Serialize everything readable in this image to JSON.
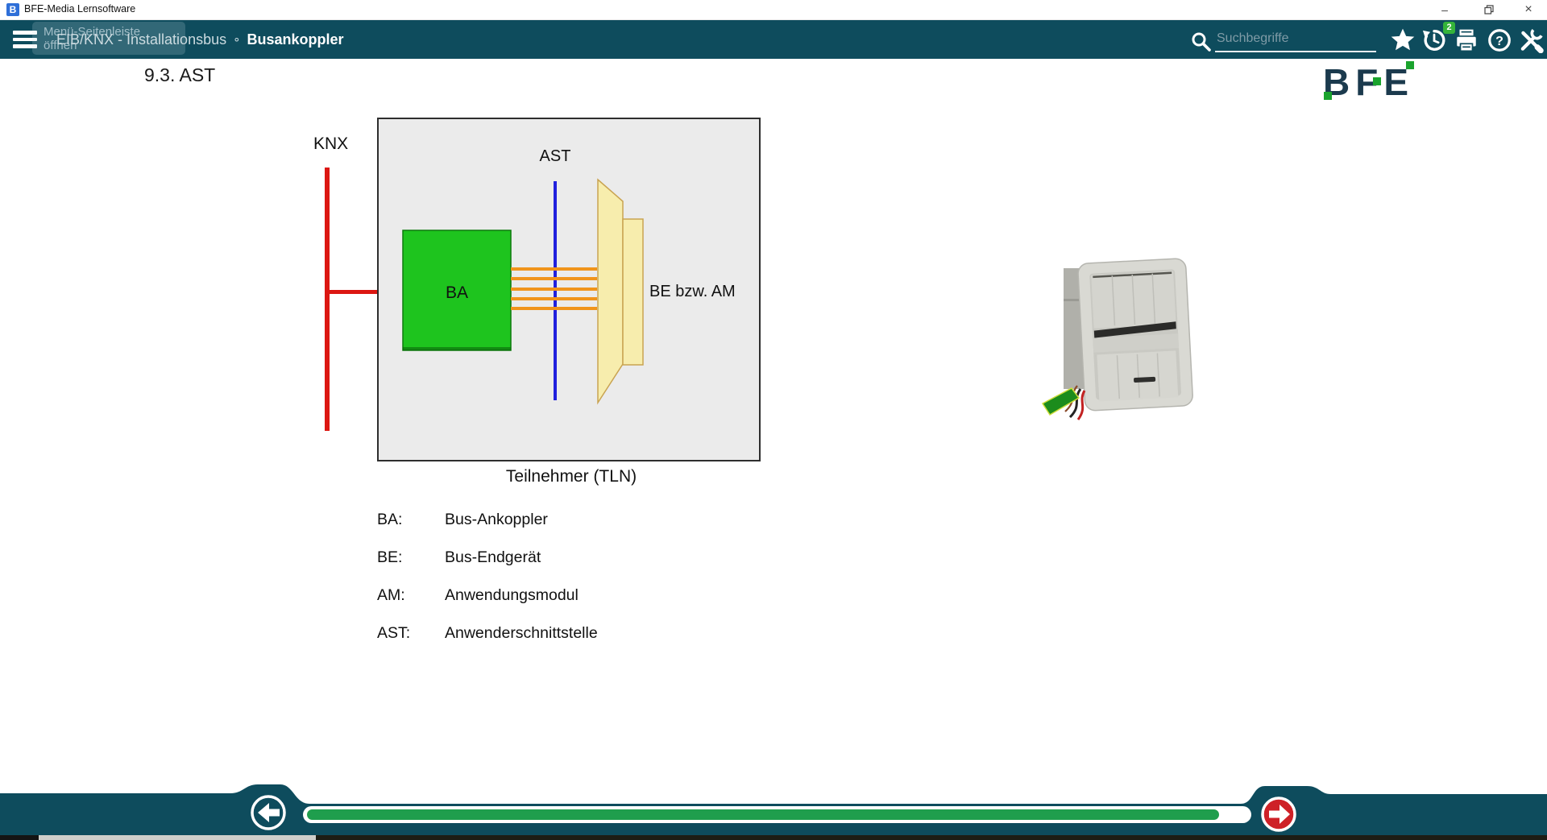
{
  "window": {
    "app_icon_letter": "B",
    "title": "BFE-Media Lernsoftware",
    "controls": {
      "minimize": "–",
      "maximize": "❐",
      "close": "×"
    }
  },
  "navbar": {
    "menu_tooltip_line1": "Menü-Seitenleiste",
    "menu_tooltip_line2": "öffnen",
    "breadcrumb_section": "EIB/KNX - Installationsbus",
    "breadcrumb_separator": "∘",
    "breadcrumb_current": "Busankoppler",
    "search_placeholder": "Suchbegriffe",
    "history_badge": "2"
  },
  "content": {
    "heading": "9.3. AST",
    "brand": "BFE"
  },
  "diagram": {
    "bus_label": "KNX",
    "interface_label": "AST",
    "coupler_label": "BA",
    "device_label": "BE bzw. AM",
    "caption": "Teilnehmer (TLN)",
    "colors": {
      "bus_red": "#dc1712",
      "coupler_green": "#1ec41e",
      "interface_blue": "#2020dd",
      "signal_orange": "#f0941c",
      "module_yellow": "#f7edad",
      "frame_gray": "#ebebeb"
    }
  },
  "legend": [
    {
      "term": "BA:",
      "definition": "Bus-Ankoppler"
    },
    {
      "term": "BE:",
      "definition": "Bus-Endgerät"
    },
    {
      "term": "AM:",
      "definition": "Anwendungsmodul"
    },
    {
      "term": "AST:",
      "definition": "Anwenderschnittstelle"
    }
  ],
  "footer": {
    "progress_percent": 97,
    "accent_teal": "#0e4c5d",
    "progress_green": "#1f9e4d",
    "next_red": "#ce2127"
  }
}
